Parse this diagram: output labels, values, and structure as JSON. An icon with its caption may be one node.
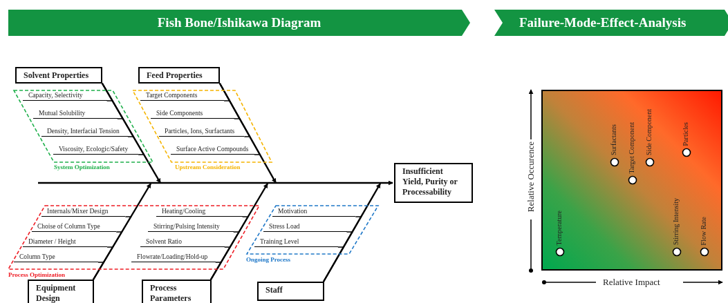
{
  "diagram": {
    "nodes": [
      {
        "text": [
          "Fish Bone/Ishikawa Diagram"
        ]
      },
      {
        "text": [
          "Failure-Mode-Effect-Analysis"
        ]
      },
      {
        "text": [
          "Solvent Properties"
        ]
      },
      {
        "text": [
          "Feed Properties"
        ]
      },
      {
        "text": [
          "System Optimization"
        ]
      },
      {
        "text": [
          "Capacity, Selectivity"
        ],
        "in": 4
      },
      {
        "text": [
          "Mutual Solubility"
        ],
        "in": 4
      },
      {
        "text": [
          "Density, Interfacial Tension"
        ],
        "in": 4
      },
      {
        "text": [
          "Viscosity, Ecologic/Safety"
        ],
        "in": 4
      },
      {
        "text": [
          "Upstream Consideration"
        ]
      },
      {
        "text": [
          "Target Components"
        ],
        "in": 9
      },
      {
        "text": [
          "Side Components"
        ],
        "in": 9
      },
      {
        "text": [
          "Particles, Ions, Surfactants"
        ],
        "in": 9
      },
      {
        "text": [
          "Surface Active Compounds"
        ],
        "in": 9
      },
      {
        "text": [
          "Insufficient Yield, Purity or Processability"
        ]
      },
      {
        "text": [
          "Process Optimization"
        ]
      },
      {
        "text": [
          "Internals/Mixer Design"
        ],
        "in": 15
      },
      {
        "text": [
          "Choise of Column Type"
        ],
        "in": 15
      },
      {
        "text": [
          "Diameter / Height"
        ],
        "in": 15
      },
      {
        "text": [
          "Column Type"
        ],
        "in": 15
      },
      {
        "text": [
          "Heating/Cooling"
        ],
        "in": 15
      },
      {
        "text": [
          "Stirring/Pulsing Intensity"
        ],
        "in": 15
      },
      {
        "text": [
          "Solvent Ratio"
        ],
        "in": 15
      },
      {
        "text": [
          "Flowrate/Loading/Hold-up"
        ],
        "in": 15
      },
      {
        "text": [
          "Ongoing Process"
        ]
      },
      {
        "text": [
          "Motivation"
        ],
        "in": 24
      },
      {
        "text": [
          "Stress Load"
        ],
        "in": 24
      },
      {
        "text": [
          "Training Level"
        ],
        "in": 24
      },
      {
        "text": [
          "Equipment Design"
        ]
      },
      {
        "text": [
          "Process Parameters"
        ]
      },
      {
        "text": [
          "Staff"
        ]
      }
    ],
    "edges": [
      {
        "from": null,
        "to": 14,
        "arrow": "to"
      },
      {
        "from": 2,
        "to": 14,
        "arrow": "to"
      },
      {
        "from": 3,
        "to": 14,
        "arrow": "to"
      },
      {
        "from": 28,
        "to": 14,
        "arrow": "to"
      },
      {
        "from": 29,
        "to": 14,
        "arrow": "to"
      },
      {
        "from": 30,
        "to": 14,
        "arrow": "to"
      },
      {
        "from": 5,
        "to": 2,
        "arrow": "none"
      },
      {
        "from": 6,
        "to": 2,
        "arrow": "none"
      },
      {
        "from": 7,
        "to": 2,
        "arrow": "none"
      },
      {
        "from": 8,
        "to": 2,
        "arrow": "none"
      },
      {
        "from": 10,
        "to": 3,
        "arrow": "none"
      },
      {
        "from": 11,
        "to": 3,
        "arrow": "none"
      },
      {
        "from": 12,
        "to": 3,
        "arrow": "none"
      },
      {
        "from": 13,
        "to": 3,
        "arrow": "none"
      },
      {
        "from": 16,
        "to": 28,
        "arrow": "none"
      },
      {
        "from": 17,
        "to": 28,
        "arrow": "none"
      },
      {
        "from": 18,
        "to": 28,
        "arrow": "none"
      },
      {
        "from": 19,
        "to": 28,
        "arrow": "none"
      },
      {
        "from": 20,
        "to": 29,
        "arrow": "none"
      },
      {
        "from": 21,
        "to": 29,
        "arrow": "none"
      },
      {
        "from": 22,
        "to": 29,
        "arrow": "none"
      },
      {
        "from": 23,
        "to": 29,
        "arrow": "none"
      },
      {
        "from": 25,
        "to": 30,
        "arrow": "none"
      },
      {
        "from": 26,
        "to": 30,
        "arrow": "none"
      },
      {
        "from": 27,
        "to": 30,
        "arrow": "none"
      }
    ],
    "labels": [
      "Relative Occurence",
      "Surfactants",
      "Target Component",
      "Side Component",
      "Particles",
      "Temperature",
      "Stirring Intensity",
      "Flow Rate",
      "Relative Impact"
    ]
  }
}
